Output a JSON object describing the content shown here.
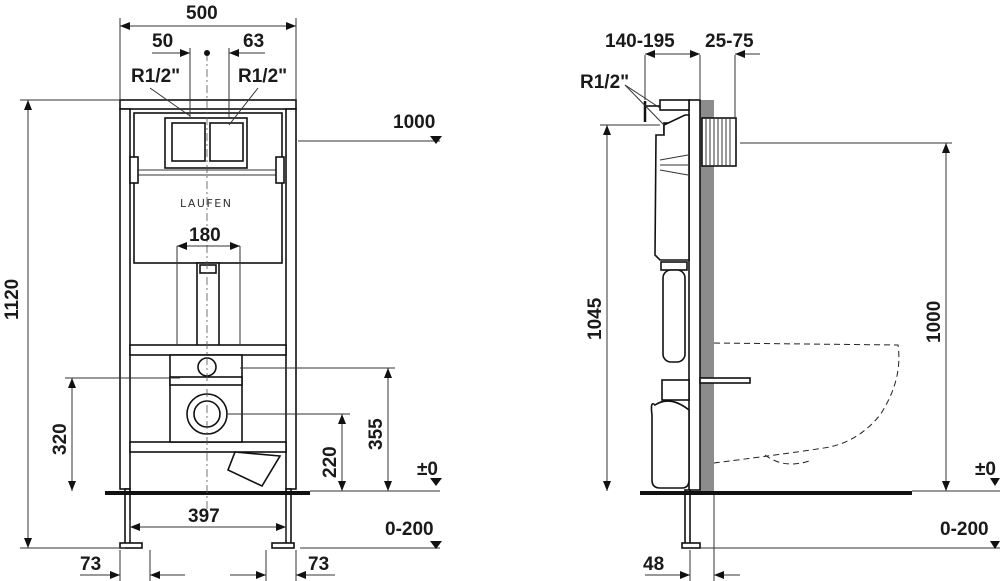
{
  "front_view": {
    "brand": "LAUFEN",
    "dims": {
      "total_width": "500",
      "left_offset": "50",
      "right_offset": "63",
      "connection_left": "R1/2\"",
      "connection_right": "R1/2\"",
      "height": "1120",
      "flush_height": "1000",
      "pipe_spacing": "180",
      "bolt_height": "320",
      "upper_bolt_height": "355",
      "drain_height": "220",
      "zero_level": "±0",
      "foot_spacing": "397",
      "foot_adjust": "0-200",
      "foot_left": "73",
      "foot_right": "73"
    }
  },
  "side_view": {
    "dims": {
      "depth_range": "140-195",
      "stub_range": "25-75",
      "connection": "R1/2\"",
      "height": "1045",
      "flush_height": "1000",
      "zero_level": "±0",
      "foot_adjust": "0-200",
      "foot_depth": "48"
    }
  }
}
